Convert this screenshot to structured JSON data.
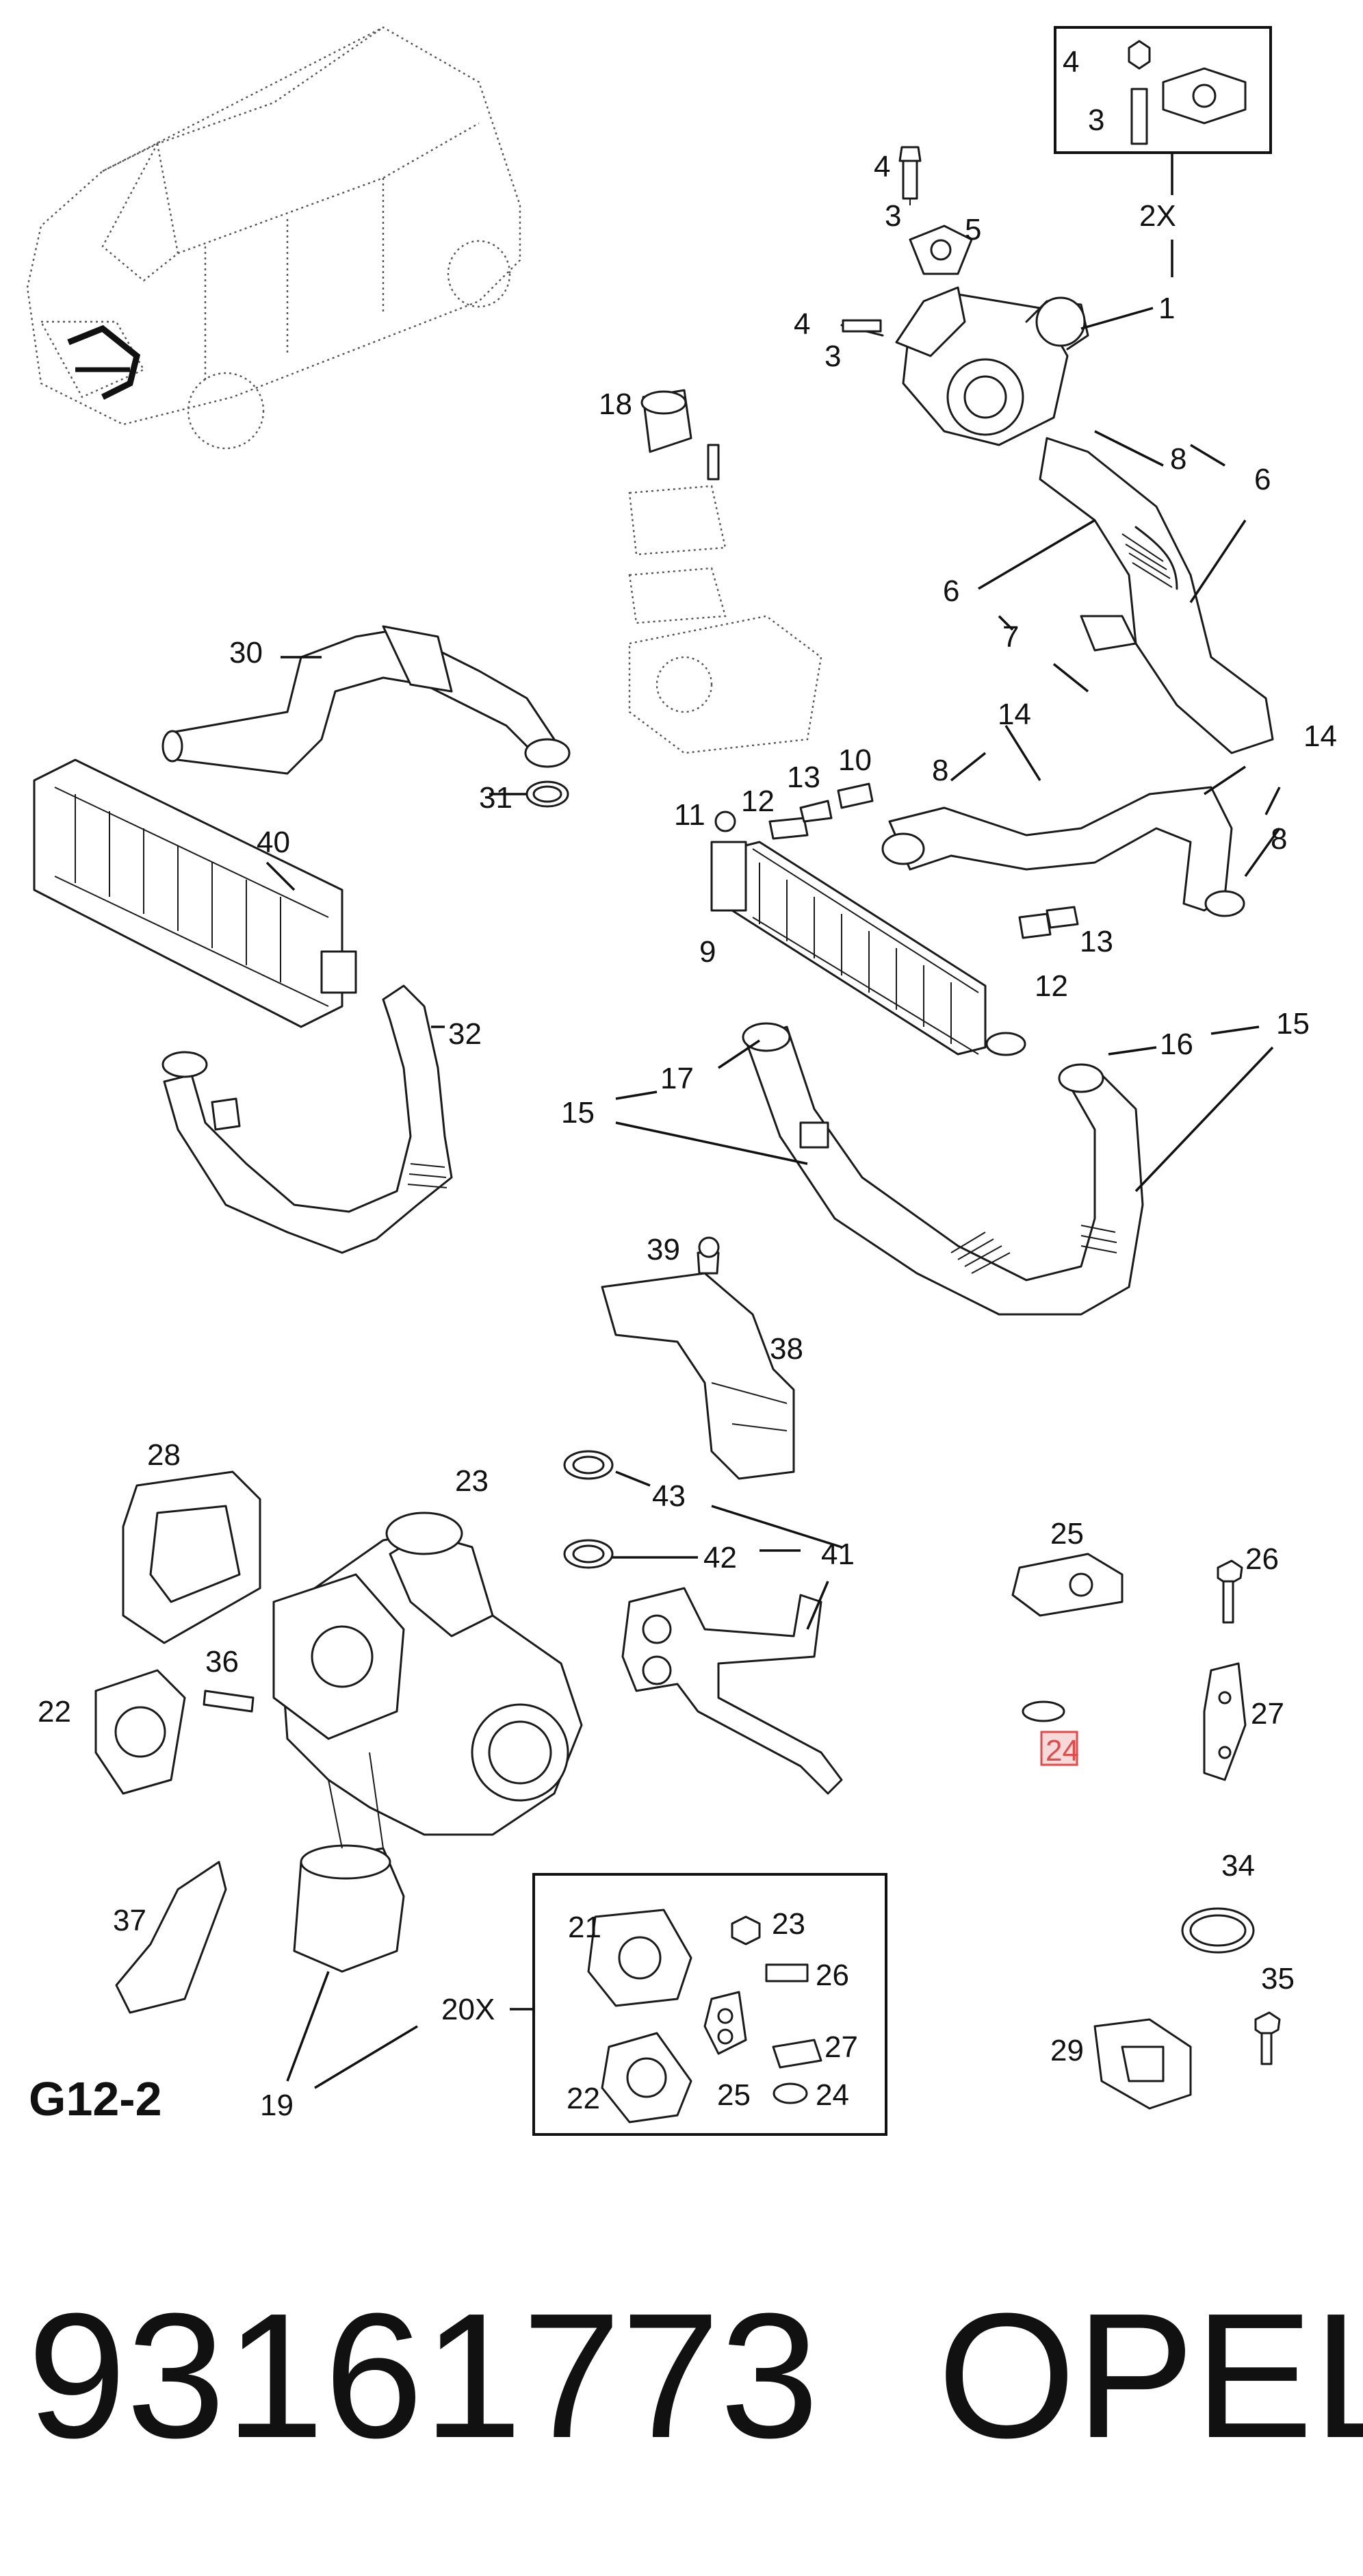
{
  "diagram": {
    "group_label": "G12-2",
    "part_number": "93161773",
    "brand": "OPEL",
    "highlighted_callout": "24",
    "multiplier_labels": [
      "2X",
      "20X"
    ],
    "callouts": [
      "1",
      "3",
      "3",
      "3",
      "4",
      "4",
      "4",
      "5",
      "6",
      "6",
      "7",
      "8",
      "8",
      "8",
      "9",
      "10",
      "11",
      "12",
      "12",
      "13",
      "13",
      "14",
      "14",
      "15",
      "15",
      "16",
      "17",
      "18",
      "19",
      "21",
      "22",
      "22",
      "23",
      "23",
      "24",
      "24",
      "25",
      "25",
      "26",
      "26",
      "27",
      "27",
      "28",
      "29",
      "30",
      "31",
      "32",
      "34",
      "35",
      "36",
      "37",
      "38",
      "39",
      "40",
      "41",
      "42",
      "43"
    ],
    "colors": {
      "line": "#1a1a1a",
      "highlight_fill": "#f6dada",
      "highlight_stroke": "#e34a4a"
    }
  }
}
